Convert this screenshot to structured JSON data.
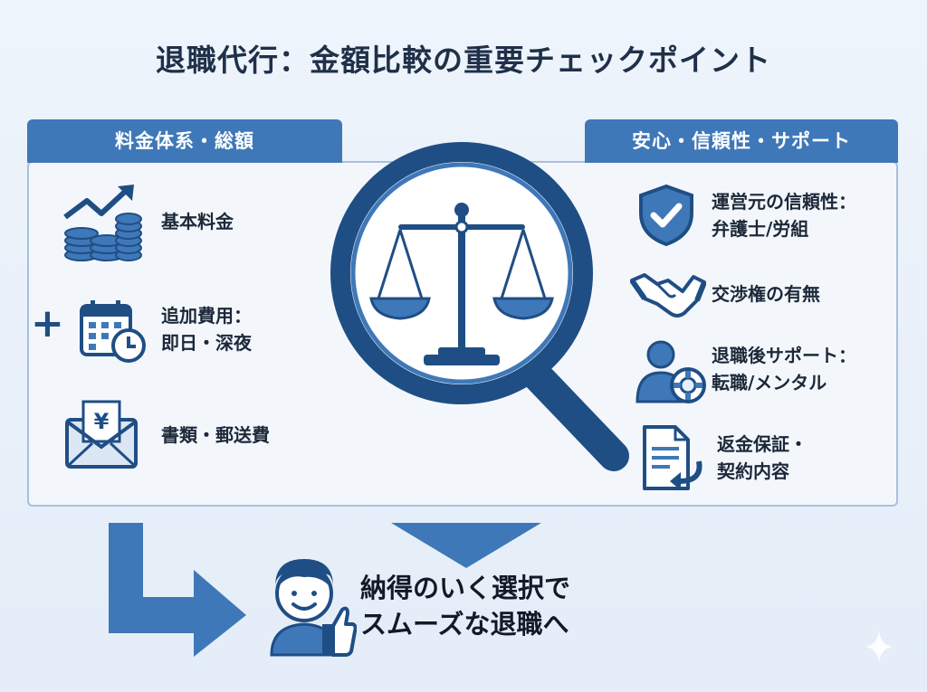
{
  "title": "退職代行：金額比較の重要チェックポイント",
  "left_panel": {
    "header": "料金体系・総額",
    "items": [
      {
        "lines": [
          "基本料金"
        ],
        "icon": "coins-chart-icon"
      },
      {
        "lines": [
          "追加費用：",
          "即日・深夜"
        ],
        "icon": "calendar-clock-icon"
      },
      {
        "lines": [
          "書類・郵送費"
        ],
        "icon": "yen-envelope-icon"
      }
    ],
    "plus_symbol": "+"
  },
  "right_panel": {
    "header": "安心・信頼性・サポート",
    "items": [
      {
        "lines": [
          "運営元の信頼性：",
          "弁護士/労組"
        ],
        "icon": "shield-check-icon"
      },
      {
        "lines": [
          "交渉権の有無"
        ],
        "icon": "handshake-icon"
      },
      {
        "lines": [
          "退職後サポート：",
          "転職/メンタル"
        ],
        "icon": "person-lifebuoy-icon"
      },
      {
        "lines": [
          "返金保証・",
          "契約内容"
        ],
        "icon": "document-return-icon"
      }
    ]
  },
  "center_icon": "magnifier-scale-icon",
  "conclusion": {
    "lines": [
      "納得のいく選択で",
      "スムーズな退職へ"
    ],
    "icon": "thumbs-up-person-icon"
  },
  "colors": {
    "primary": "#3f78b8",
    "dark": "#1f4e85",
    "text": "#1c2838",
    "frame_border": "#a8c0dc"
  }
}
